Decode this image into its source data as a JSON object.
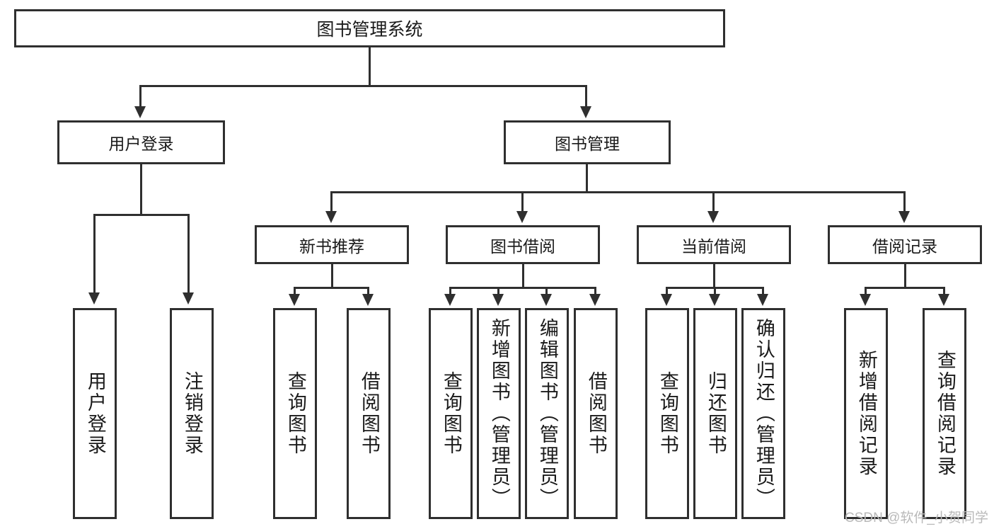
{
  "diagram": {
    "title": "图书管理系统",
    "root": {
      "label": "图书管理系统"
    },
    "tier2": [
      {
        "label": "用户登录"
      },
      {
        "label": "图书管理"
      }
    ],
    "tier3": [
      {
        "label": "新书推荐"
      },
      {
        "label": "图书借阅"
      },
      {
        "label": "当前借阅"
      },
      {
        "label": "借阅记录"
      }
    ],
    "leaves": [
      {
        "label": "用户登录"
      },
      {
        "label": "注销登录"
      },
      {
        "label": "查询图书"
      },
      {
        "label": "借阅图书"
      },
      {
        "label": "查询图书"
      },
      {
        "label": "新增图书（管理员）"
      },
      {
        "label": "编辑图书（管理员）"
      },
      {
        "label": "借阅图书"
      },
      {
        "label": "查询图书"
      },
      {
        "label": "归还图书"
      },
      {
        "label": "确认归还（管理员）"
      },
      {
        "label": "新增借阅记录"
      },
      {
        "label": "查询借阅记录"
      }
    ]
  },
  "watermark": {
    "text": "CSDN @软件_小贺同学"
  },
  "colors": {
    "stroke": "#2f2f2f",
    "text": "#1a1a1a",
    "background": "#ffffff",
    "watermark": "#b9b9b9"
  }
}
